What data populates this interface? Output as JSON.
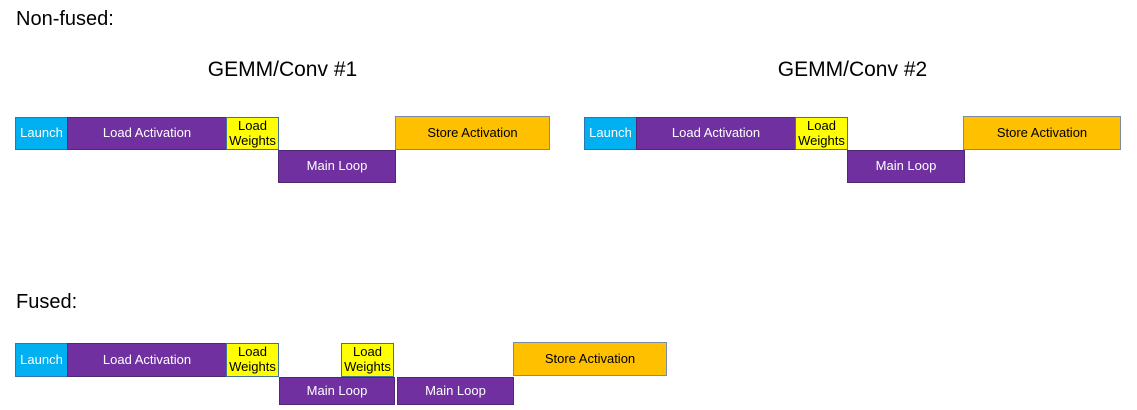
{
  "nonfused": {
    "heading": "Non-fused:",
    "groups": [
      {
        "title": "GEMM/Conv #1",
        "blocks": [
          {
            "name": "launch",
            "label": "Launch"
          },
          {
            "name": "load-activation",
            "label": "Load Activation"
          },
          {
            "name": "load-weights",
            "label": "Load Weights"
          },
          {
            "name": "main-loop",
            "label": "Main Loop"
          },
          {
            "name": "store-activation",
            "label": "Store Activation"
          }
        ]
      },
      {
        "title": "GEMM/Conv #2",
        "blocks": [
          {
            "name": "launch",
            "label": "Launch"
          },
          {
            "name": "load-activation",
            "label": "Load Activation"
          },
          {
            "name": "load-weights",
            "label": "Load Weights"
          },
          {
            "name": "main-loop",
            "label": "Main Loop"
          },
          {
            "name": "store-activation",
            "label": "Store Activation"
          }
        ]
      }
    ]
  },
  "fused": {
    "heading": "Fused:",
    "blocks": [
      {
        "name": "launch",
        "label": "Launch"
      },
      {
        "name": "load-activation",
        "label": "Load Activation"
      },
      {
        "name": "load-weights-1",
        "label": "Load Weights"
      },
      {
        "name": "main-loop-1",
        "label": "Main Loop"
      },
      {
        "name": "load-weights-2",
        "label": "Load Weights"
      },
      {
        "name": "main-loop-2",
        "label": "Main Loop"
      },
      {
        "name": "store-activation",
        "label": "Store Activation"
      }
    ]
  },
  "colors": {
    "launch": "#00B0F0",
    "load_activation": "#7030A0",
    "load_weights": "#FFFF00",
    "main_loop": "#7030A0",
    "store_activation": "#FFC000",
    "text_on_dark": "#FFFFFF",
    "text_on_light": "#000000",
    "block_border": "#41719C"
  }
}
